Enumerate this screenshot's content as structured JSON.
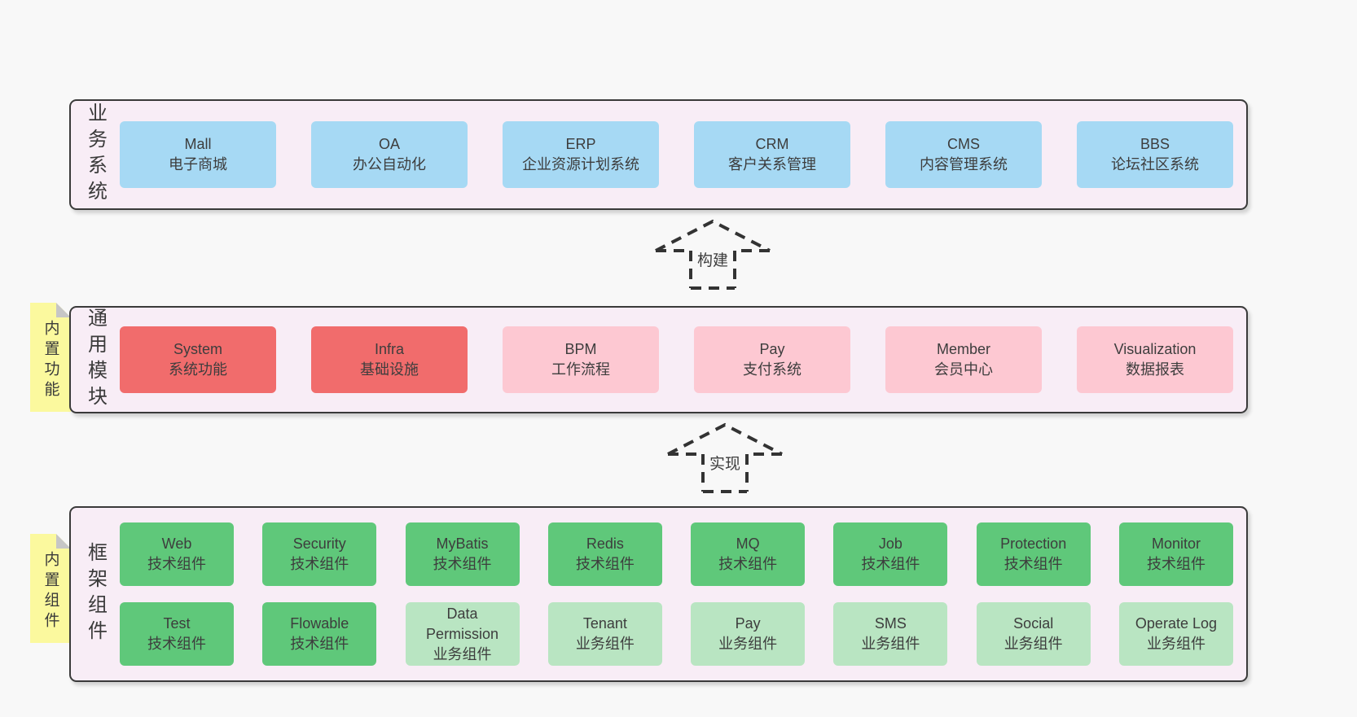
{
  "colors": {
    "page_bg": "#f8f8f8",
    "band_bg": "#f8edf6",
    "band_border": "#3a3a3a",
    "blue": "#a6d9f4",
    "red": "#f16c6c",
    "pink": "#fdc8d2",
    "green_dark": "#5fc87a",
    "green_light": "#b9e5c2",
    "note_yellow": "#fbf99e",
    "note_fold_gray": "#c6c6c6",
    "text": "#3d3d3d"
  },
  "arrows": [
    {
      "label": "构建"
    },
    {
      "label": "实现"
    }
  ],
  "layers": [
    {
      "label": "业务系统",
      "boxes": [
        {
          "title": "Mall",
          "subtitle": "电子商城"
        },
        {
          "title": "OA",
          "subtitle": "办公自动化"
        },
        {
          "title": "ERP",
          "subtitle": "企业资源计划系统"
        },
        {
          "title": "CRM",
          "subtitle": "客户关系管理"
        },
        {
          "title": "CMS",
          "subtitle": "内容管理系统"
        },
        {
          "title": "BBS",
          "subtitle": "论坛社区系统"
        }
      ]
    },
    {
      "label": "通用模块",
      "note": "内置功能",
      "boxes": [
        {
          "title": "System",
          "subtitle": "系统功能"
        },
        {
          "title": "Infra",
          "subtitle": "基础设施"
        },
        {
          "title": "BPM",
          "subtitle": "工作流程"
        },
        {
          "title": "Pay",
          "subtitle": "支付系统"
        },
        {
          "title": "Member",
          "subtitle": "会员中心"
        },
        {
          "title": "Visualization",
          "subtitle": "数据报表"
        }
      ]
    },
    {
      "label": "框架组件",
      "note": "内置组件",
      "rows": [
        {
          "boxes": [
            {
              "title": "Web",
              "subtitle": "技术组件"
            },
            {
              "title": "Security",
              "subtitle": "技术组件"
            },
            {
              "title": "MyBatis",
              "subtitle": "技术组件"
            },
            {
              "title": "Redis",
              "subtitle": "技术组件"
            },
            {
              "title": "MQ",
              "subtitle": "技术组件"
            },
            {
              "title": "Job",
              "subtitle": "技术组件"
            },
            {
              "title": "Protection",
              "subtitle": "技术组件"
            },
            {
              "title": "Monitor",
              "subtitle": "技术组件"
            }
          ]
        },
        {
          "boxes": [
            {
              "title": "Test",
              "subtitle": "技术组件"
            },
            {
              "title": "Flowable",
              "subtitle": "技术组件"
            },
            {
              "title": "Data Permission",
              "subtitle": "业务组件"
            },
            {
              "title": "Tenant",
              "subtitle": "业务组件"
            },
            {
              "title": "Pay",
              "subtitle": "业务组件"
            },
            {
              "title": "SMS",
              "subtitle": "业务组件"
            },
            {
              "title": "Social",
              "subtitle": "业务组件"
            },
            {
              "title": "Operate Log",
              "subtitle": "业务组件"
            }
          ]
        }
      ]
    }
  ]
}
